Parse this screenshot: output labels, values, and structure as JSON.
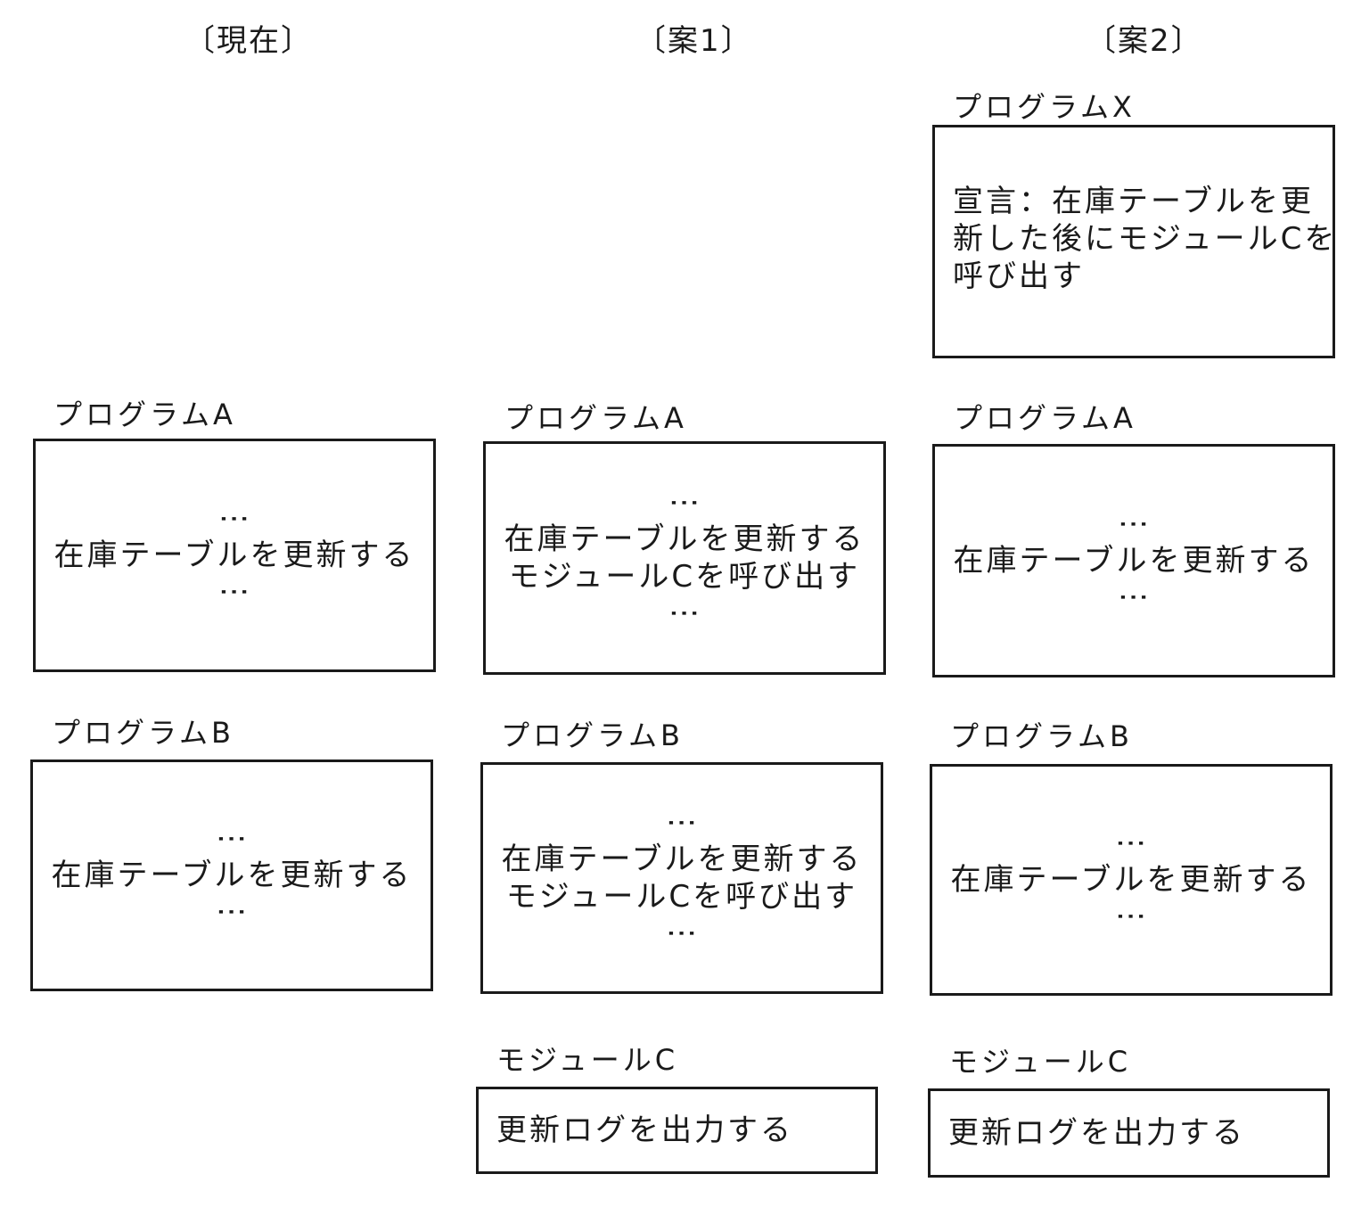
{
  "columns": {
    "current": {
      "header": "〔現在〕",
      "program_a": {
        "name": "プログラムA",
        "dots": "⋮",
        "line1": "在庫テーブルを更新する"
      },
      "program_b": {
        "name": "プログラムB",
        "dots": "⋮",
        "line1": "在庫テーブルを更新する"
      }
    },
    "plan1": {
      "header": "〔案1〕",
      "program_a": {
        "name": "プログラムA",
        "dots": "⋮",
        "line1": "在庫テーブルを更新する",
        "line2": "モジュールCを呼び出す"
      },
      "program_b": {
        "name": "プログラムB",
        "dots": "⋮",
        "line1": "在庫テーブルを更新する",
        "line2": "モジュールCを呼び出す"
      },
      "module_c": {
        "name": "モジュールC",
        "line1": "更新ログを出力する"
      }
    },
    "plan2": {
      "header": "〔案2〕",
      "program_x": {
        "name": "プログラムX",
        "line1": "宣言：在庫テーブルを更",
        "line2": "新した後にモジュールCを",
        "line3": "呼び出す"
      },
      "program_a": {
        "name": "プログラムA",
        "dots": "⋮",
        "line1": "在庫テーブルを更新する"
      },
      "program_b": {
        "name": "プログラムB",
        "dots": "⋮",
        "line1": "在庫テーブルを更新する"
      },
      "module_c": {
        "name": "モジュールC",
        "line1": "更新ログを出力する"
      }
    }
  }
}
